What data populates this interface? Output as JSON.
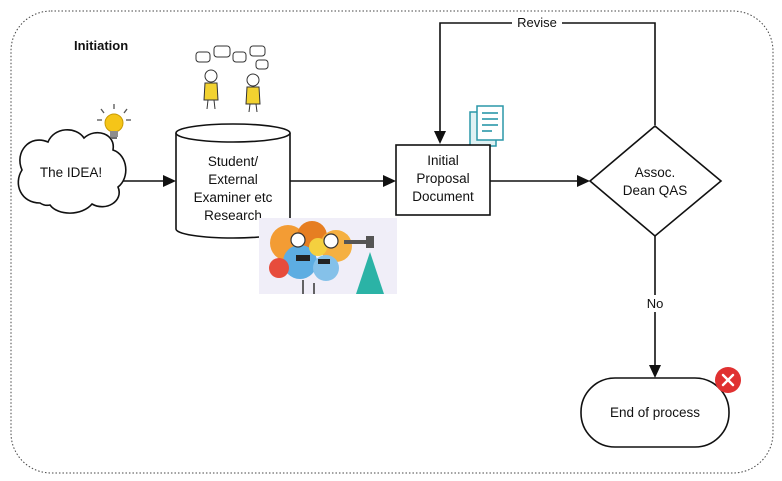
{
  "section": {
    "title": "Initiation"
  },
  "nodes": {
    "idea": {
      "label": "The IDEA!"
    },
    "research": {
      "lines": [
        "Student/",
        "External",
        "Examiner etc",
        "Research"
      ]
    },
    "proposal": {
      "lines": [
        "Initial",
        "Proposal",
        "Document"
      ]
    },
    "decision": {
      "lines": [
        "Assoc.",
        "Dean QAS"
      ]
    },
    "end": {
      "label": "End of process"
    }
  },
  "edges": {
    "revise": {
      "label": "Revise"
    },
    "no": {
      "label": "No"
    }
  },
  "icons": [
    "lightbulb-icon",
    "people-talking-icon",
    "document-icon",
    "brain-illustration",
    "close-icon"
  ],
  "colors": {
    "stroke": "#111111",
    "bulb": "#f5c518",
    "document": "#2a97a8",
    "close": "#e03131",
    "tint": "#f0eef8"
  }
}
